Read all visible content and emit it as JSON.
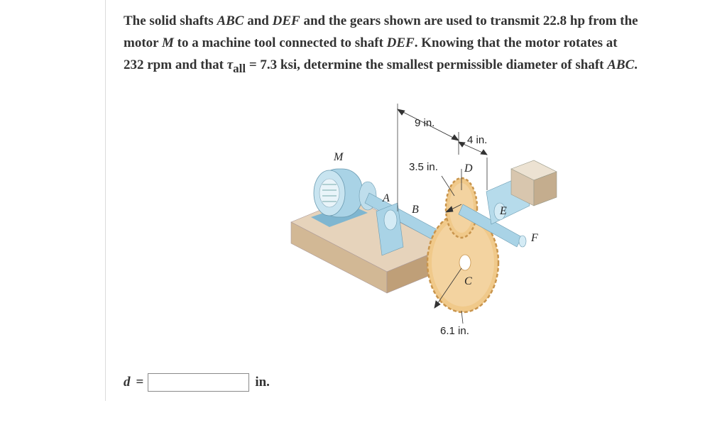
{
  "problem": {
    "line1_a": "The solid shafts ",
    "shaft1": "ABC",
    "line1_b": " and ",
    "shaft2": "DEF",
    "line1_c": " and the gears shown are used to transmit 22.8 hp from the",
    "line2_a": "motor ",
    "motor": "M",
    "line2_b": " to a machine tool connected to shaft ",
    "shaft2b": "DEF",
    "line2_c": ". Knowing that the motor rotates at",
    "line3_a": "232 rpm and that ",
    "tau": "τ",
    "tau_sub": "all",
    "line3_b": " = 7.3 ksi, determine the smallest permissible diameter of shaft ",
    "shaft1b": "ABC",
    "line3_c": "."
  },
  "figure": {
    "labels": {
      "M": "M",
      "A": "A",
      "B": "B",
      "C": "C",
      "D": "D",
      "E": "E",
      "F": "F"
    },
    "dims": {
      "d9": "9 in.",
      "d4": "4 in.",
      "d35": "3.5 in.",
      "d61": "6.1 in."
    },
    "colors": {
      "gear": "#f0c98a",
      "shaft": "#a9d3e6",
      "base": "#dcc8b0"
    }
  },
  "answer": {
    "variable": "d",
    "equals": "=",
    "value": "",
    "unit": "in."
  }
}
